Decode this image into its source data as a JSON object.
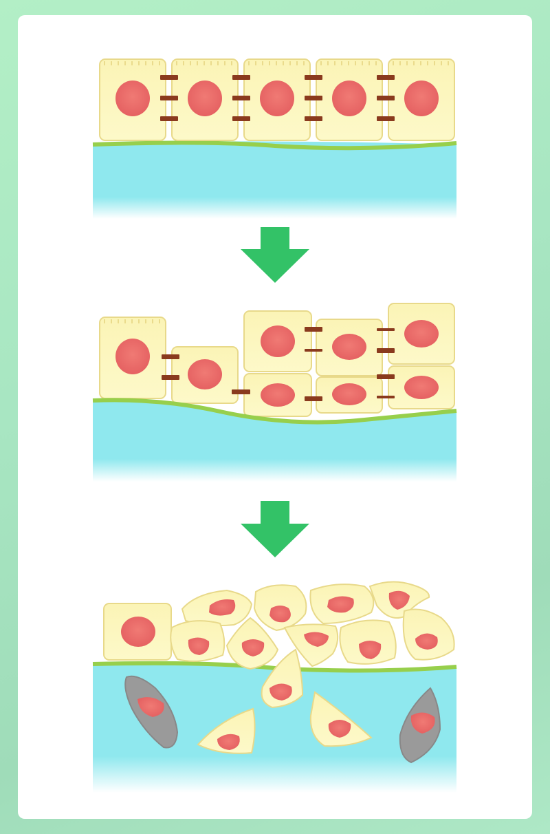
{
  "diagram": {
    "stages": [
      "intact-epithelium",
      "disorganized-epithelium",
      "invasive-cells"
    ],
    "colors": {
      "background": "#aee8c6",
      "panel": "#ffffff",
      "cell_fill": "#fdf6b2",
      "cell_stroke": "#e8d98a",
      "nucleus": "#ea6b6b",
      "junction": "#8a3a1e",
      "membrane": "#97cf4c",
      "stroma": "#8fe8ee",
      "arrow": "#33c267",
      "invading_dark_cell": "#9a9a9a"
    },
    "icons": [
      "down-arrow-icon",
      "down-arrow-icon"
    ]
  }
}
